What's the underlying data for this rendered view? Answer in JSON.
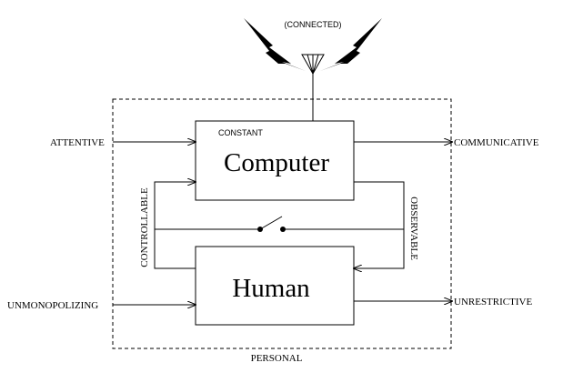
{
  "labels": {
    "connected": "(CONNECTED)",
    "constant": "CONSTANT",
    "computer": "Computer",
    "human": "Human",
    "attentive": "ATTENTIVE",
    "communicative": "COMMUNICATIVE",
    "controllable": "CONTROLLABLE",
    "observable": "OBSERVABLE",
    "unmonopolizing": "UNMONOPOLIZING",
    "unrestrictive": "UNRESTRICTIVE",
    "personal": "PERSONAL"
  },
  "icons": {
    "antenna": "antenna-icon",
    "lightning_left": "lightning-bolt-icon",
    "lightning_right": "lightning-bolt-icon",
    "switch": "switch-icon"
  },
  "colors": {
    "stroke": "#000000",
    "background": "#ffffff"
  }
}
